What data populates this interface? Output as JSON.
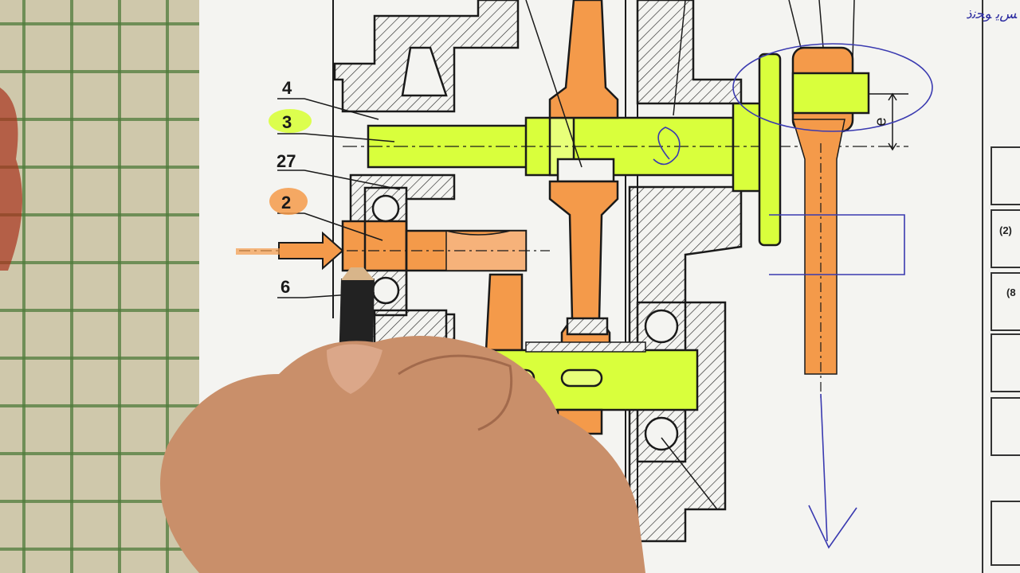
{
  "labels": {
    "part_4": "4",
    "part_3": "3",
    "part_27": "27",
    "part_2": "2",
    "part_6": "6",
    "eccentric_e": "e"
  },
  "side_table": {
    "row_a": "(2)",
    "row_b": "(8"
  },
  "handwriting_top_right": "ﺲﻳ ﻮﺤﻧﺫ",
  "colors": {
    "paper": "#f4f4f1",
    "highlight_green": "#d9ff3c",
    "highlight_orange": "#f49a4a",
    "ink": "#1a1a1a",
    "pen_blue": "#3a3ab0",
    "tablecloth": "#c9c3a8",
    "skin": "#c98f6a"
  },
  "icons": {
    "input_arrow": "arrow-right-icon",
    "output_arrow": "arrow-down-icon",
    "pencil": "pencil-icon"
  }
}
